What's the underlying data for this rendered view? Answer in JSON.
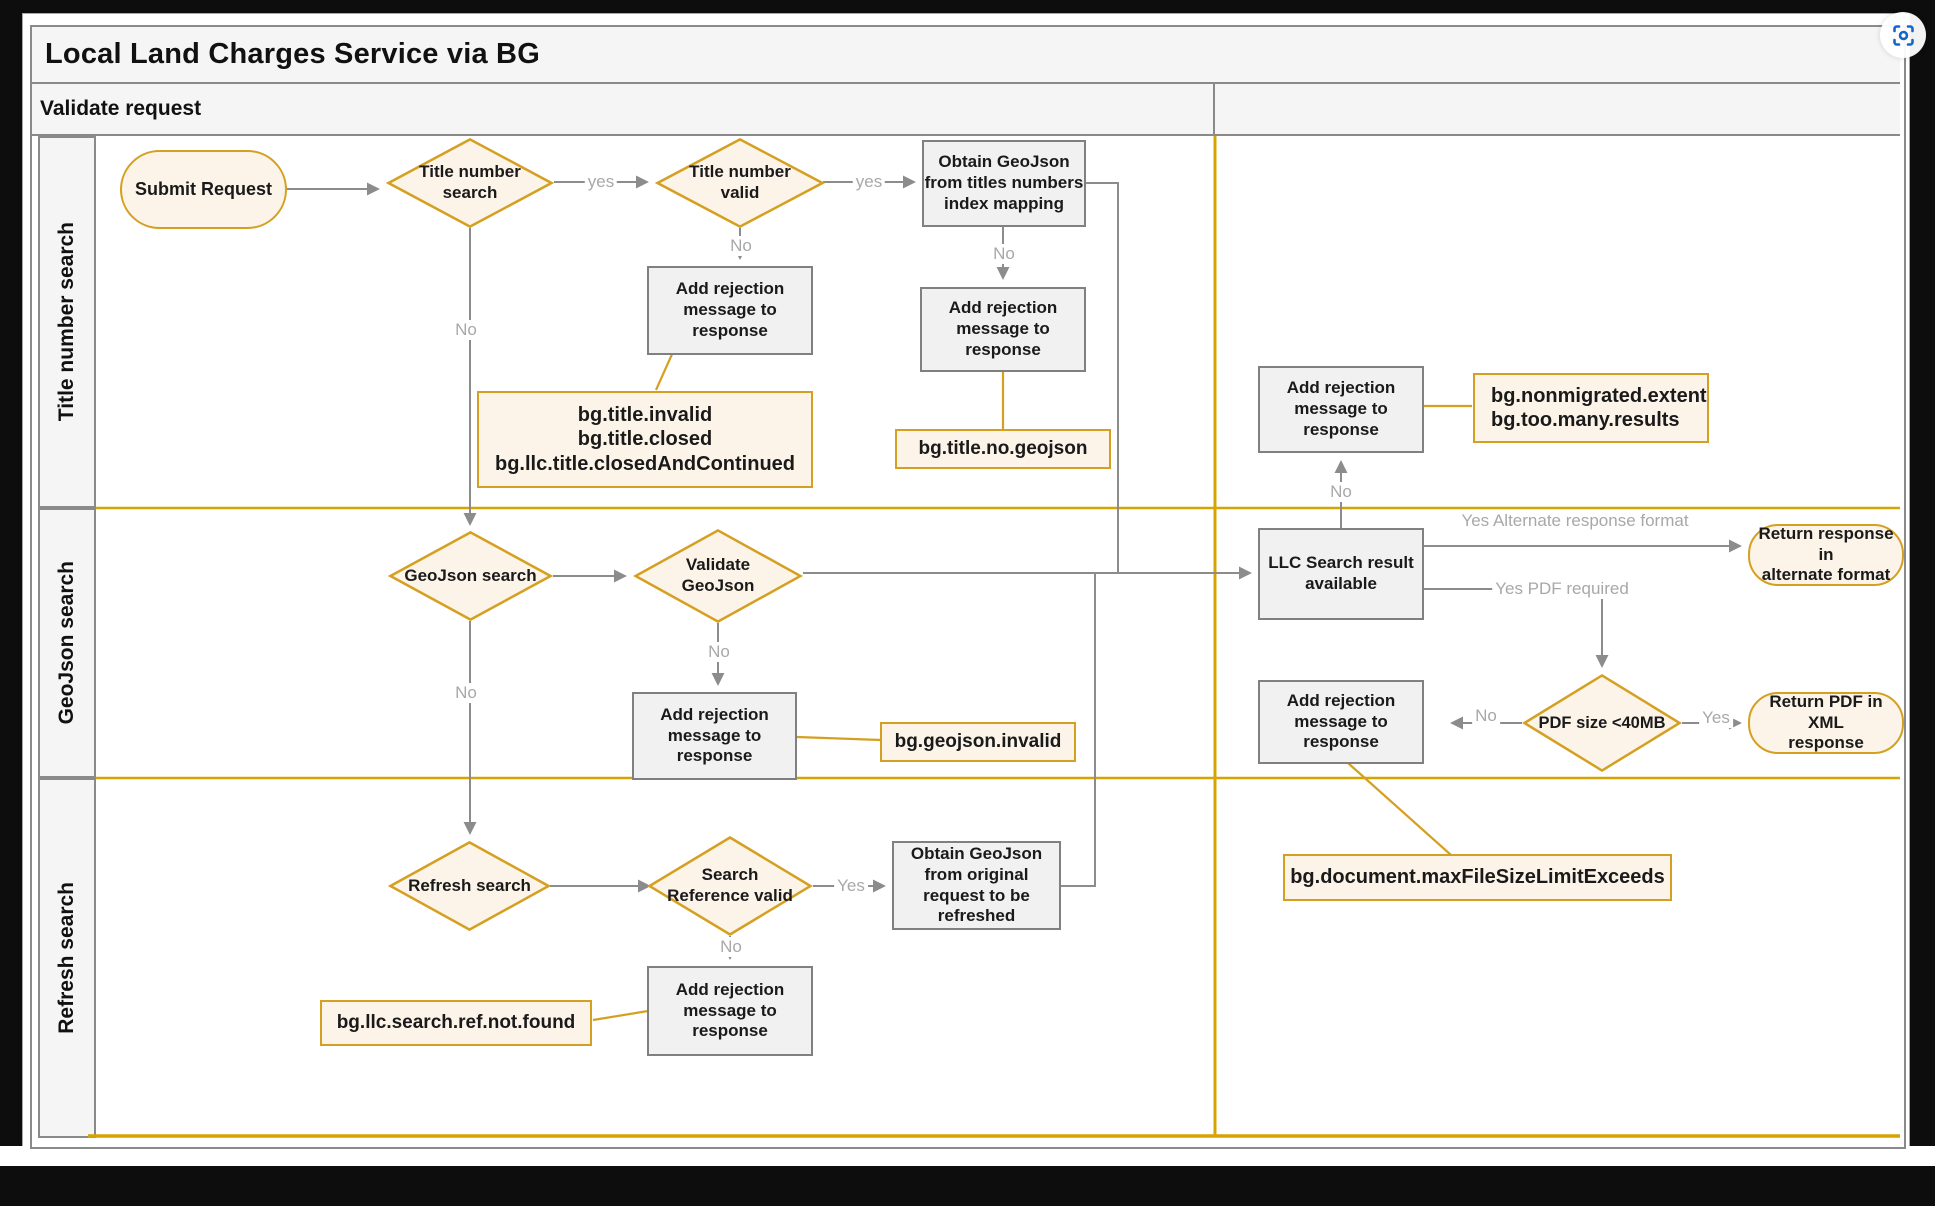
{
  "diagram": {
    "title": "Local Land Charges Service via BG",
    "phases": {
      "left": "Validate request",
      "right": ""
    },
    "lanes": {
      "lane1": "Title number search",
      "lane2": "GeoJson search",
      "lane3": "Refresh search"
    }
  },
  "nodes": {
    "submit": {
      "label": "Submit Request",
      "type": "terminator"
    },
    "title_search": {
      "label": "Title number\nsearch",
      "type": "decision"
    },
    "title_valid": {
      "label": "Title number\nvalid",
      "type": "decision"
    },
    "obtain_titles": {
      "label": "Obtain GeoJson\nfrom titles numbers\nindex mapping",
      "type": "process"
    },
    "rej_title_invalid": {
      "label": "Add rejection\nmessage to\nresponse",
      "type": "process"
    },
    "rej_no_geojson": {
      "label": "Add rejection\nmessage to\nresponse",
      "type": "process"
    },
    "rej_nonmigrated": {
      "label": "Add rejection\nmessage to\nresponse",
      "type": "process"
    },
    "geojson_search": {
      "label": "GeoJson search",
      "type": "decision"
    },
    "validate_geojson": {
      "label": "Validate\nGeoJson",
      "type": "decision"
    },
    "rej_geojson": {
      "label": "Add rejection\nmessage to\nresponse",
      "type": "process"
    },
    "llc_result": {
      "label": "LLC Search result\navailable",
      "type": "process"
    },
    "return_alternate": {
      "label": "Return response in\nalternate format",
      "type": "terminator"
    },
    "rej_filesize": {
      "label": "Add rejection\nmessage to\nresponse",
      "type": "process"
    },
    "pdf_size": {
      "label": "PDF size <40MB",
      "type": "decision"
    },
    "return_pdf": {
      "label": "Return PDF in XML\nresponse",
      "type": "terminator"
    },
    "refresh_search": {
      "label": "Refresh search",
      "type": "decision"
    },
    "search_ref_valid": {
      "label": "Search\nReference valid",
      "type": "decision"
    },
    "obtain_refresh": {
      "label": "Obtain GeoJson\nfrom original\nrequest to be\nrefreshed",
      "type": "process"
    },
    "rej_refresh": {
      "label": "Add rejection\nmessage to\nresponse",
      "type": "process"
    }
  },
  "annotations": {
    "title_codes": {
      "label": "bg.title.invalid\nbg.title.closed\nbg.llc.title.closedAndContinued"
    },
    "no_geojson": {
      "label": "bg.title.no.geojson"
    },
    "nonmigrated": {
      "label": "bg.nonmigrated.extent\nbg.too.many.results"
    },
    "geojson_invalid": {
      "label": "bg.geojson.invalid"
    },
    "max_filesize": {
      "label": "bg.document.maxFileSizeLimitExceeds"
    },
    "ref_not_found": {
      "label": "bg.llc.search.ref.not.found"
    }
  },
  "edge_labels": {
    "yes_lc": "yes",
    "no": "No",
    "yes_uc": "Yes",
    "alt_format": "Yes Alternate response format",
    "pdf_required": "Yes PDF required"
  },
  "icons": {
    "capture": "screen-capture"
  },
  "colors": {
    "accent_gold": "#D5A021",
    "shape_fill": "#FCF4E8",
    "process_fill": "#F1F1F1",
    "process_border": "#808080",
    "connector_gray": "#8C8C8C",
    "edge_label_gray": "#A8A8A8",
    "header_fill": "#F5F5F5",
    "icon_blue": "#1467C8",
    "surround_black": "#0D0D0D"
  }
}
